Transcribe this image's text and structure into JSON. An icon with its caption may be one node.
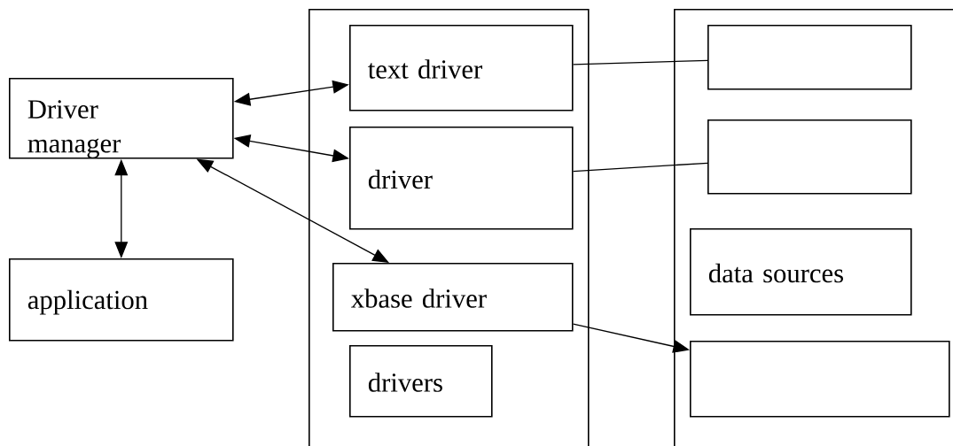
{
  "diagram": {
    "nodes": [
      {
        "text": [
          "Driver manager"
        ]
      },
      {
        "text": [
          "application"
        ]
      },
      {
        "text": [],
        "shape": "box"
      },
      {
        "text": [
          "text driver"
        ],
        "in": 2
      },
      {
        "text": [
          "driver"
        ],
        "in": 2
      },
      {
        "text": [
          "xbase driver"
        ],
        "in": 2
      },
      {
        "text": [
          "drivers"
        ],
        "in": 2
      },
      {
        "text": [],
        "shape": "box"
      },
      {
        "text": [],
        "shape": "box",
        "in": 7
      },
      {
        "text": [],
        "shape": "box",
        "in": 7
      },
      {
        "text": [
          "data sources"
        ],
        "in": 7
      },
      {
        "text": [],
        "shape": "box",
        "in": 7
      }
    ],
    "edges": [
      {
        "from": 0,
        "to": 3,
        "arrow": "both"
      },
      {
        "from": 0,
        "to": 4,
        "arrow": "both"
      },
      {
        "from": 0,
        "to": 5,
        "arrow": "both"
      },
      {
        "from": 0,
        "to": 1,
        "arrow": "both"
      },
      {
        "from": 3,
        "to": 8,
        "arrow": "none"
      },
      {
        "from": 4,
        "to": 9,
        "arrow": "none"
      },
      {
        "from": 5,
        "to": 11,
        "arrow": "to"
      }
    ]
  }
}
